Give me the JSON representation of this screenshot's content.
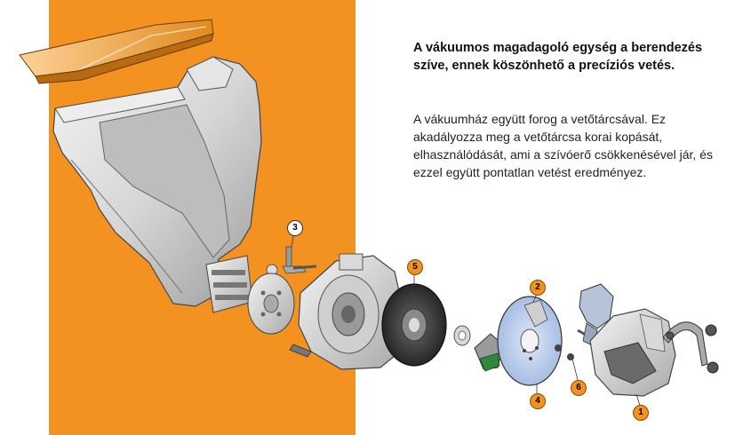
{
  "colors": {
    "accent": "#f39220"
  },
  "text": {
    "headline": "A vákuumos magadagoló egység a berendezés szíve, ennek köszönhető a precíziós vetés.",
    "body": "A vákuumház együtt forog a vetőtárcsával. Ez akadályozza meg a vetőtárcsa korai kopását, elhasználódását, ami a szívóerő csökkenésével jár, és ezzel együtt pontatlan vetést eredményez."
  },
  "callouts": [
    {
      "id": "callout-1",
      "label": "1"
    },
    {
      "id": "callout-2",
      "label": "2"
    },
    {
      "id": "callout-3",
      "label": "3"
    },
    {
      "id": "callout-4",
      "label": "4"
    },
    {
      "id": "callout-5",
      "label": "5"
    },
    {
      "id": "callout-6",
      "label": "6"
    }
  ]
}
